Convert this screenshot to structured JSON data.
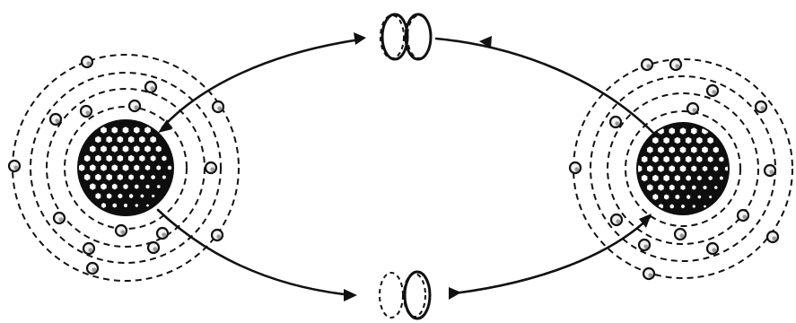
{
  "diagram": {
    "atoms": [
      {
        "id": "left",
        "orbit_count": 4,
        "electron_count": 16
      },
      {
        "id": "right",
        "orbit_count": 4,
        "electron_count": 16
      }
    ],
    "connections": [
      {
        "from": "right",
        "to": "left",
        "via": "top-exchange-particle"
      },
      {
        "from": "left",
        "to": "right",
        "via": "bottom-exchange-particle"
      }
    ],
    "icons": [
      "atom-nucleus-icon",
      "electron-icon",
      "exchange-particle-icon",
      "arrow-icon"
    ],
    "colors": {
      "ink": "#111111",
      "paper": "#ffffff",
      "nucleus": "#0e0e0e"
    }
  }
}
